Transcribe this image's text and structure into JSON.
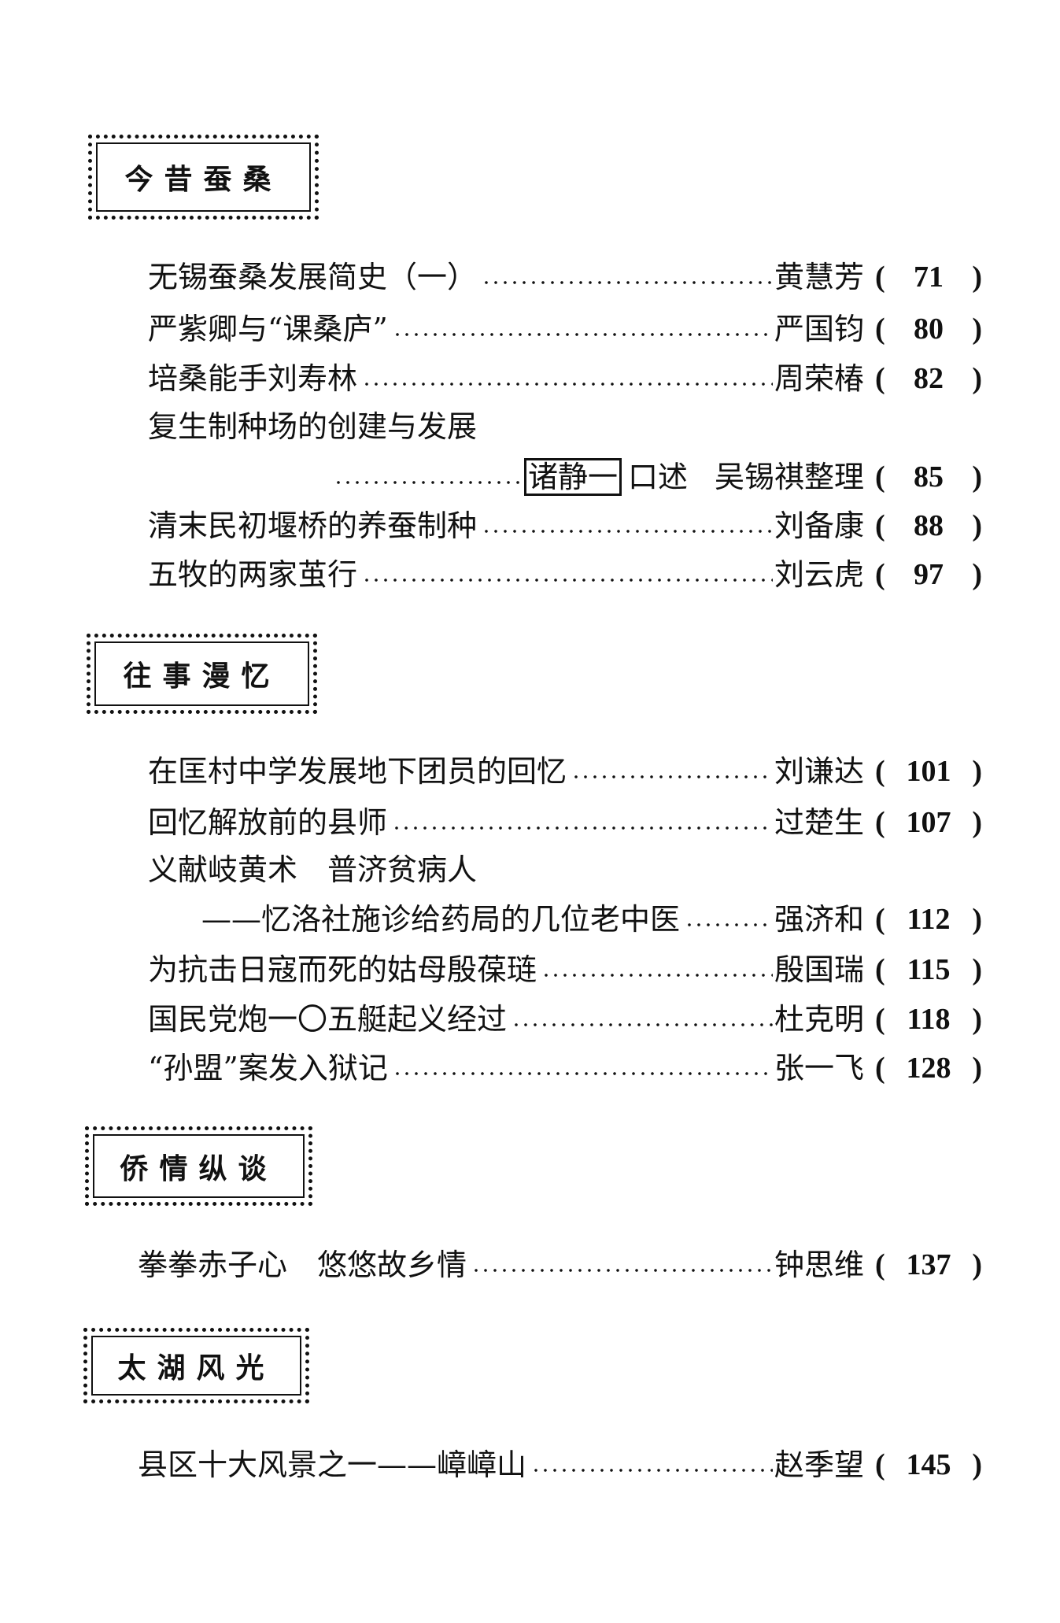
{
  "sections": [
    {
      "heading": "今昔蚕桑",
      "entries": [
        {
          "title": "无锡蚕桑发展简史（一）",
          "author": "黄慧芳",
          "page": "71"
        },
        {
          "title": "严紫卿与“课桑庐”",
          "author": "严国钧",
          "page": "80"
        },
        {
          "title": "培桑能手刘寿林",
          "author": "周荣椿",
          "page": "82"
        },
        {
          "title": "复生制种场的创建与发展",
          "narrator": "诸静一",
          "narrator_role": "口述",
          "author": "吴锡祺整理",
          "page": "85"
        },
        {
          "title": "清末民初堰桥的养蚕制种",
          "author": "刘备康",
          "page": "88"
        },
        {
          "title": "五牧的两家茧行",
          "author": "刘云虎",
          "page": "97"
        }
      ]
    },
    {
      "heading": "往事漫忆",
      "entries": [
        {
          "title": "在匡村中学发展地下团员的回忆",
          "author": "刘谦达",
          "page": "101"
        },
        {
          "title": "回忆解放前的县师",
          "author": "过楚生",
          "page": "107"
        },
        {
          "title": "义献岐黄术　普济贫病人",
          "subtitle": "——忆洛社施诊给药局的几位老中医",
          "author": "强济和",
          "page": "112"
        },
        {
          "title": "为抗击日寇而死的姑母殷葆琏",
          "author": "殷国瑞",
          "page": "115"
        },
        {
          "title": "国民党炮一〇五艇起义经过",
          "author": "杜克明",
          "page": "118"
        },
        {
          "title": "“孙盟”案发入狱记",
          "author": "张一飞",
          "page": "128"
        }
      ]
    },
    {
      "heading": "侨情纵谈",
      "entries": [
        {
          "title": "拳拳赤子心　悠悠故乡情",
          "author": "钟思维",
          "page": "137"
        }
      ]
    },
    {
      "heading": "太湖风光",
      "entries": [
        {
          "title": "县区十大风景之一——嶂嶂山",
          "author": "赵季望",
          "page": "145"
        }
      ]
    }
  ],
  "paren_open": "(",
  "paren_close": ")"
}
